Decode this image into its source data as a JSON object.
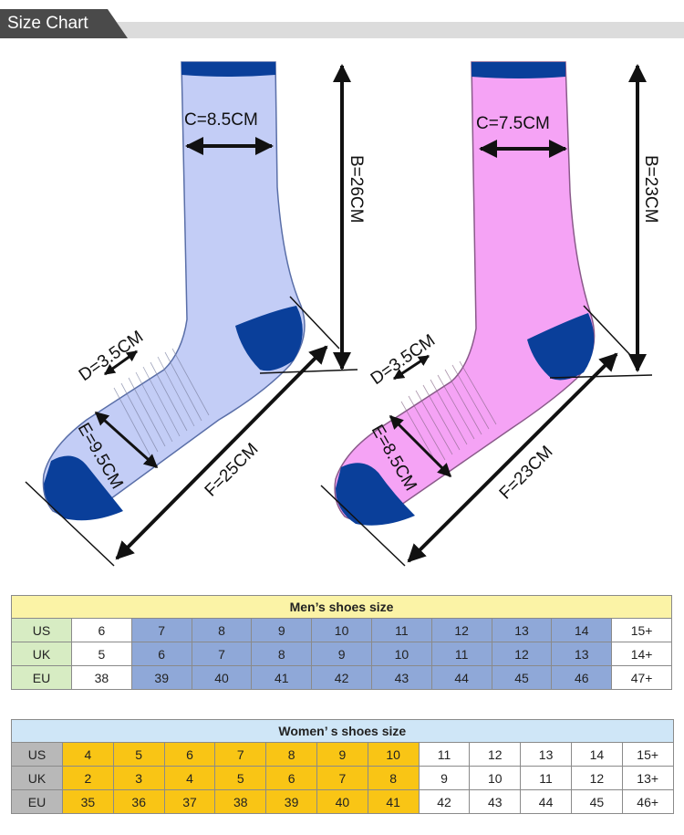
{
  "header": {
    "title": "Size Chart"
  },
  "men_sock": {
    "c_label": "C=8.5CM",
    "b_label": "B=26CM",
    "d_label": "D=3.5CM",
    "e_label": "E=9.5CM",
    "f_label": "F=25CM",
    "colors": {
      "body": "#c3cdf6",
      "accent": "#0a3f9a"
    }
  },
  "women_sock": {
    "c_label": "C=7.5CM",
    "b_label": "B=23CM",
    "d_label": "D=3.5CM",
    "e_label": "E=8.5CM",
    "f_label": "F=23CM",
    "colors": {
      "body": "#f5a3f5",
      "accent": "#0a3f9a"
    }
  },
  "men_table": {
    "title": "Men’s shoes size",
    "rows": [
      {
        "label": "US",
        "values": [
          "6",
          "7",
          "8",
          "9",
          "10",
          "11",
          "12",
          "13",
          "14",
          "15+"
        ]
      },
      {
        "label": "UK",
        "values": [
          "5",
          "6",
          "7",
          "8",
          "9",
          "10",
          "11",
          "12",
          "13",
          "14+"
        ]
      },
      {
        "label": "EU",
        "values": [
          "38",
          "39",
          "40",
          "41",
          "42",
          "43",
          "44",
          "45",
          "46",
          "47+"
        ]
      }
    ],
    "highlight_columns": [
      1,
      2,
      3,
      4,
      5,
      6,
      7,
      8
    ],
    "colors": {
      "title_bg": "#fbf3a6",
      "label_bg": "#d7ecc3",
      "highlight_bg": "#8fa8d8"
    }
  },
  "women_table": {
    "title": "Women’ s shoes size",
    "rows": [
      {
        "label": "US",
        "values": [
          "4",
          "5",
          "6",
          "7",
          "8",
          "9",
          "10",
          "11",
          "12",
          "13",
          "14",
          "15+"
        ]
      },
      {
        "label": "UK",
        "values": [
          "2",
          "3",
          "4",
          "5",
          "6",
          "7",
          "8",
          "9",
          "10",
          "11",
          "12",
          "13+"
        ]
      },
      {
        "label": "EU",
        "values": [
          "35",
          "36",
          "37",
          "38",
          "39",
          "40",
          "41",
          "42",
          "43",
          "44",
          "45",
          "46+"
        ]
      }
    ],
    "highlight_columns": [
      0,
      1,
      2,
      3,
      4,
      5,
      6
    ],
    "colors": {
      "title_bg": "#cfe6f7",
      "label_bg": "#b8b8b8",
      "highlight_bg": "#f9c515"
    }
  }
}
